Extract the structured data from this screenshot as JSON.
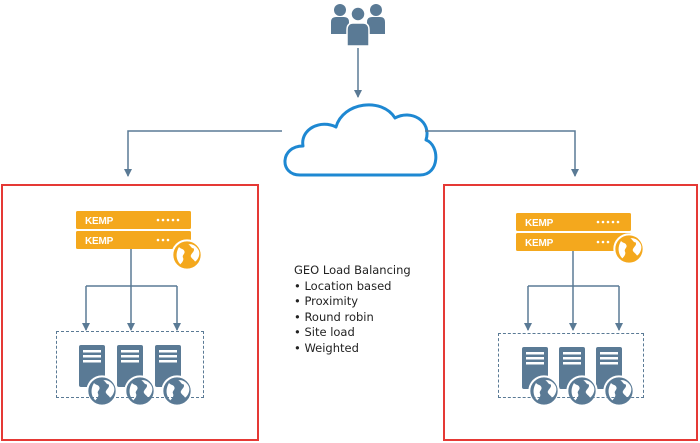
{
  "diagram": {
    "brand_label": "KEMP",
    "legend": {
      "title": "GEO Load Balancing",
      "items": [
        "Location based",
        "Proximity",
        "Round robin",
        "Site load",
        "Weighted"
      ]
    },
    "colors": {
      "site_border": "#e53935",
      "kemp_orange": "#f4a81d",
      "users": "#5a7a95",
      "arrow": "#5a7a95",
      "cloud": "#1e88d2",
      "globe": "#5a7a95",
      "server": "#5a7a95"
    },
    "icons": {
      "users": "users-group-icon",
      "cloud": "internet-cloud-icon",
      "load_balancer": "kemp-appliance-icon",
      "globe": "globe-icon",
      "server": "server-tower-icon"
    },
    "sites": [
      {
        "name": "site-left",
        "appliances": 2,
        "servers": 3
      },
      {
        "name": "site-right",
        "appliances": 2,
        "servers": 3
      }
    ]
  }
}
